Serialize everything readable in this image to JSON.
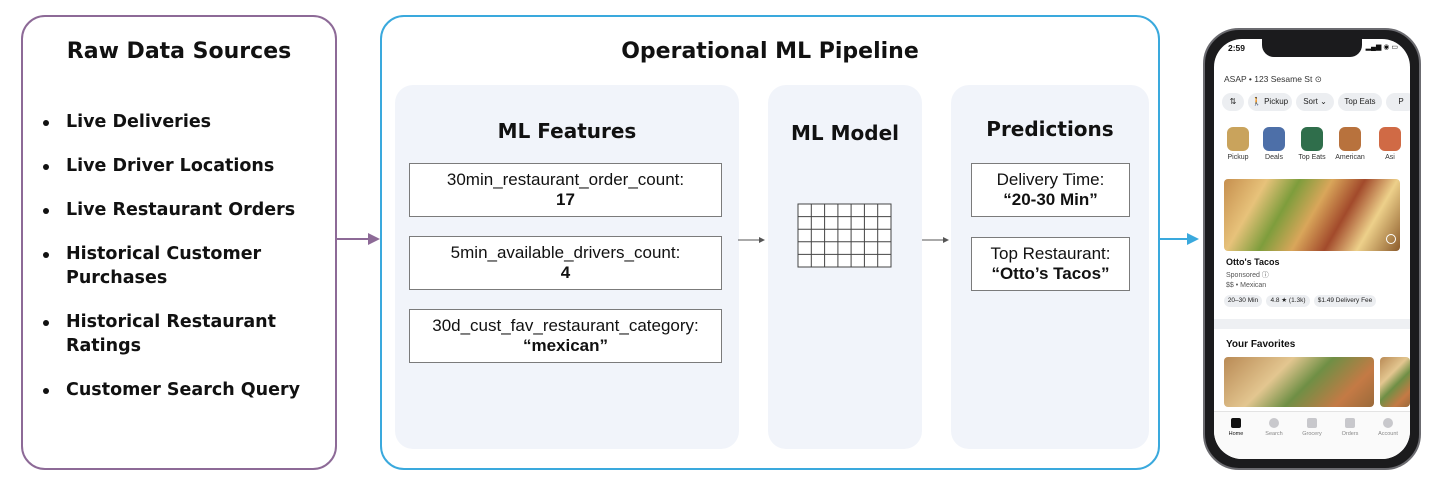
{
  "raw_sources": {
    "title": "Raw Data Sources",
    "items": [
      {
        "line1": "Live Deliveries",
        "line2": ""
      },
      {
        "line1": "Live Driver Locations",
        "line2": ""
      },
      {
        "line1": "Live Restaurant Orders",
        "line2": ""
      },
      {
        "line1": "Historical Customer",
        "line2": "Purchases"
      },
      {
        "line1": "Historical Restaurant",
        "line2": "Ratings"
      },
      {
        "line1": "Customer Search Query",
        "line2": ""
      }
    ]
  },
  "pipeline": {
    "title": "Operational ML Pipeline",
    "features": {
      "title": "ML Features",
      "items": [
        {
          "name": "30min_restaurant_order_count:",
          "value": "17"
        },
        {
          "name": "5min_available_drivers_count:",
          "value": "4"
        },
        {
          "name": "30d_cust_fav_restaurant_category:",
          "value": "“mexican”"
        }
      ]
    },
    "model": {
      "title": "ML Model"
    },
    "predictions": {
      "title": "Predictions",
      "items": [
        {
          "name": "Delivery Time:",
          "value": "“20-30 Min”"
        },
        {
          "name": "Top Restaurant:",
          "value": "“Otto’s Tacos”"
        }
      ]
    }
  },
  "colors": {
    "raw_border": "#8d6a97",
    "pipeline_border": "#3aa9dd",
    "panel_bg": "#f1f4fa",
    "arrow_out": "#3aa9dd"
  },
  "phone": {
    "status_time": "2:59",
    "status_icons": "▂▄▆ ◉ ▭",
    "address": "ASAP • 123 Sesame St ⊙",
    "chips": [
      "⇅",
      "🚶 Pickup",
      "Sort ⌄",
      "Top Eats",
      "P"
    ],
    "categories": [
      {
        "label": "Pickup",
        "icon": "bag-icon"
      },
      {
        "label": "Deals",
        "icon": "tag-icon"
      },
      {
        "label": "Top Eats",
        "icon": "star-icon"
      },
      {
        "label": "American",
        "icon": "burger-icon"
      },
      {
        "label": "Asi",
        "icon": "bowl-icon"
      }
    ],
    "restaurant": {
      "name": "Otto's Tacos",
      "sponsored": "Sponsored ⓘ",
      "cuisine": "$$ • Mexican",
      "tags": [
        "20–30 Min",
        "4.8 ★ (1.3k)",
        "$1.49 Delivery Fee"
      ]
    },
    "favorites_title": "Your Favorites",
    "tabs": [
      "Home",
      "Search",
      "Grocery",
      "Orders",
      "Account"
    ]
  }
}
